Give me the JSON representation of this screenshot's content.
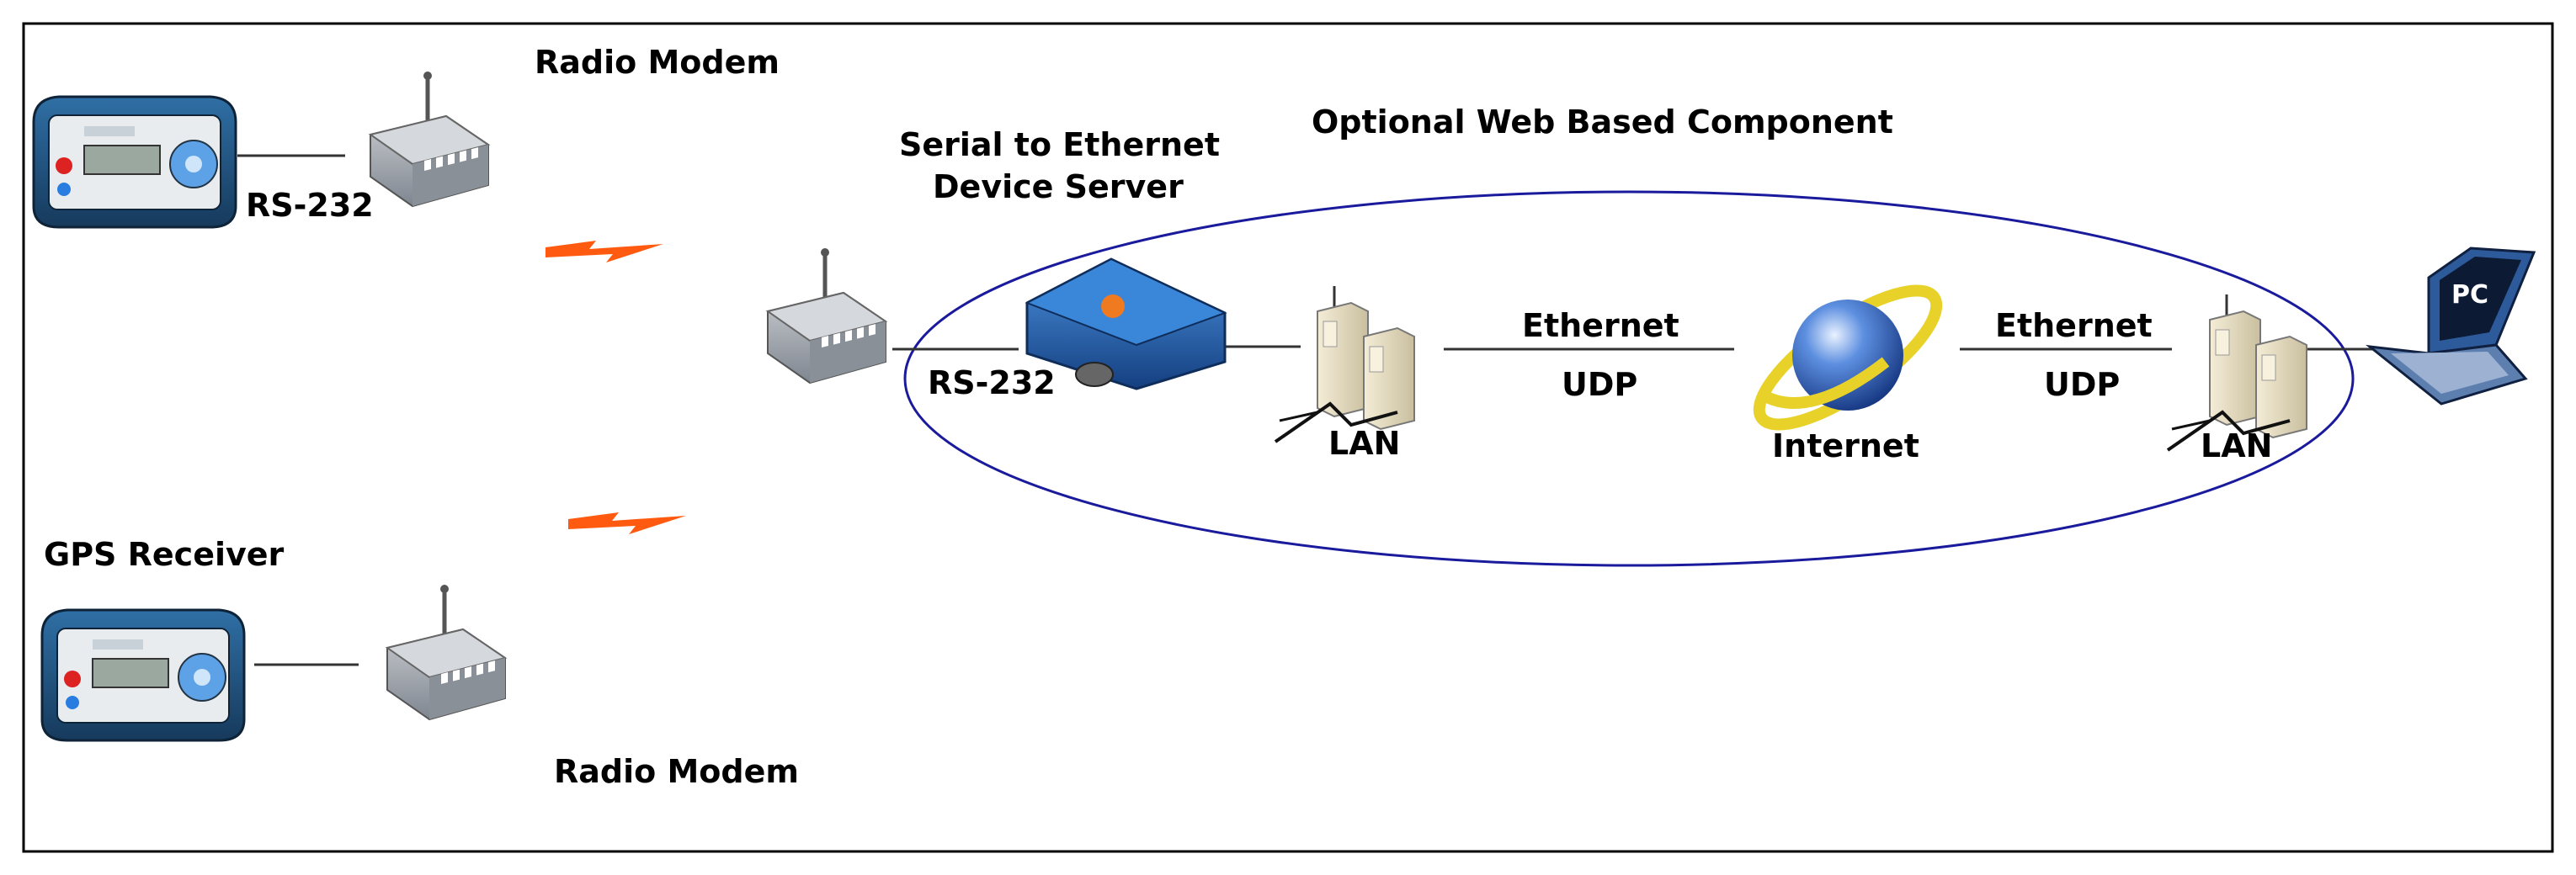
{
  "labels": {
    "radio_modem_top": "Radio Modem",
    "rs232_top": "RS-232",
    "gps_receiver": "GPS Receiver",
    "radio_modem_bottom": "Radio Modem",
    "serial_server_line1": "Serial to Ethernet",
    "serial_server_line2": "Device Server",
    "rs232_server": "RS-232",
    "web_component": "Optional Web Based Component",
    "ethernet_left": "Ethernet",
    "udp_left": "UDP",
    "lan_left": "LAN",
    "internet": "Internet",
    "ethernet_right": "Ethernet",
    "udp_right": "UDP",
    "lan_right": "LAN",
    "pc": "PC"
  },
  "icons": {
    "gps_receiver": "gps-receiver-icon",
    "radio_modem": "radio-modem-icon",
    "radio_signal": "lightning-bolt-icon",
    "device_server": "device-server-icon",
    "lan": "server-towers-icon",
    "internet": "globe-icon",
    "pc": "laptop-icon"
  },
  "colors": {
    "ellipse": "#1a1a9c",
    "signal": "#ff5a10",
    "device_server": "#1f5fae",
    "globe": "#1d4fa8",
    "orbit": "#e8d22a",
    "gps_body": "#1f4e7a"
  }
}
